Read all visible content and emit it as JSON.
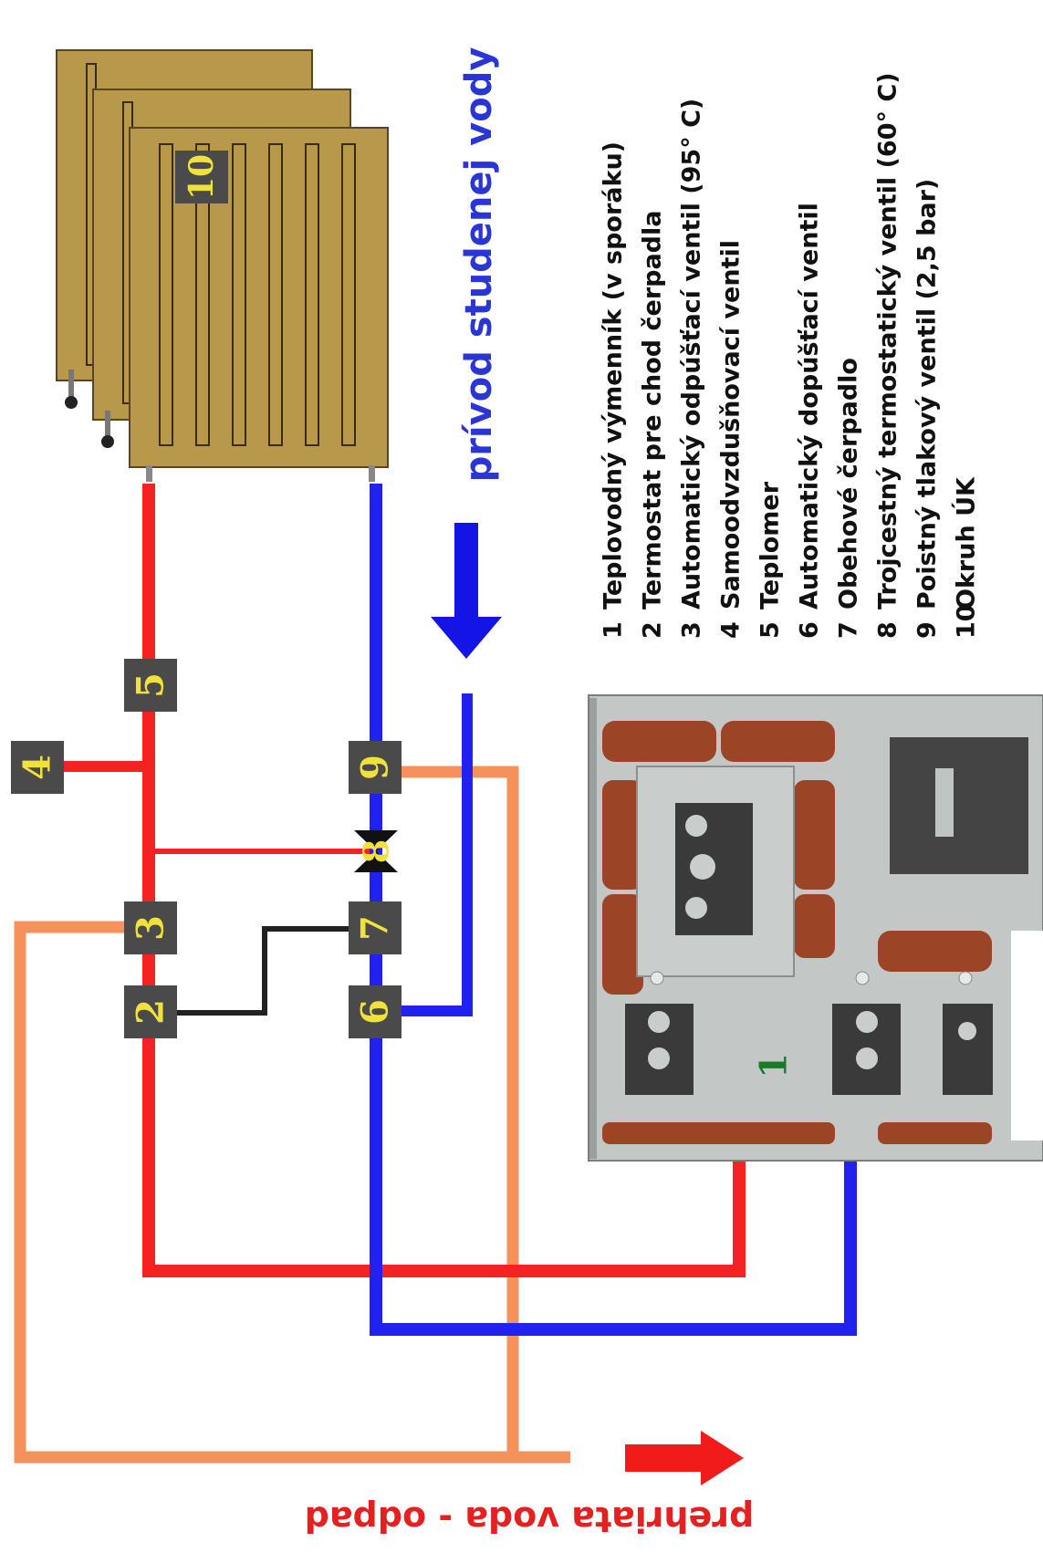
{
  "diagram": {
    "legend": [
      {
        "num": "1",
        "text": "Teplovodný výmenník (v sporáku)"
      },
      {
        "num": "2",
        "text": "Termostat pre chod čerpadla"
      },
      {
        "num": "3",
        "text": "Automatický odpúšťací ventil (95° C)"
      },
      {
        "num": "4",
        "text": "Samoodvzdušňovací ventil"
      },
      {
        "num": "5",
        "text": "Teplomer"
      },
      {
        "num": "6",
        "text": "Automatický dopúšťací ventil"
      },
      {
        "num": "7",
        "text": "Obehové čerpadlo"
      },
      {
        "num": "8",
        "text": "Trojcestný termostatický ventil (60° C)"
      },
      {
        "num": "9",
        "text": "Poistný tlakový ventil (2,5 bar)"
      },
      {
        "num": "10",
        "text": "Okruh ÚK"
      }
    ],
    "markers": {
      "m1": "1",
      "m2": "2",
      "m3": "3",
      "m4": "4",
      "m5": "5",
      "m6": "6",
      "m7": "7",
      "m8": "8",
      "m9": "9",
      "m10": "10"
    },
    "cold_water_label": "prívod studenej vody",
    "overheated_label": "prehriata voda - odpad",
    "colors": {
      "hot_pipe": "#f52222",
      "cold_pipe": "#2222f0",
      "overflow_pipe": "#f5915a",
      "control_wire": "#222222",
      "radiator": "#b8984a",
      "radiator_dark": "#3a2a10",
      "marker_bg": "#4a4a4a",
      "marker_text": "#f0e23a",
      "stove_body": "#c3c8c6",
      "stove_tile": "#9c4526",
      "cold_label": "#2a35d6",
      "hot_label": "#e52020"
    }
  }
}
